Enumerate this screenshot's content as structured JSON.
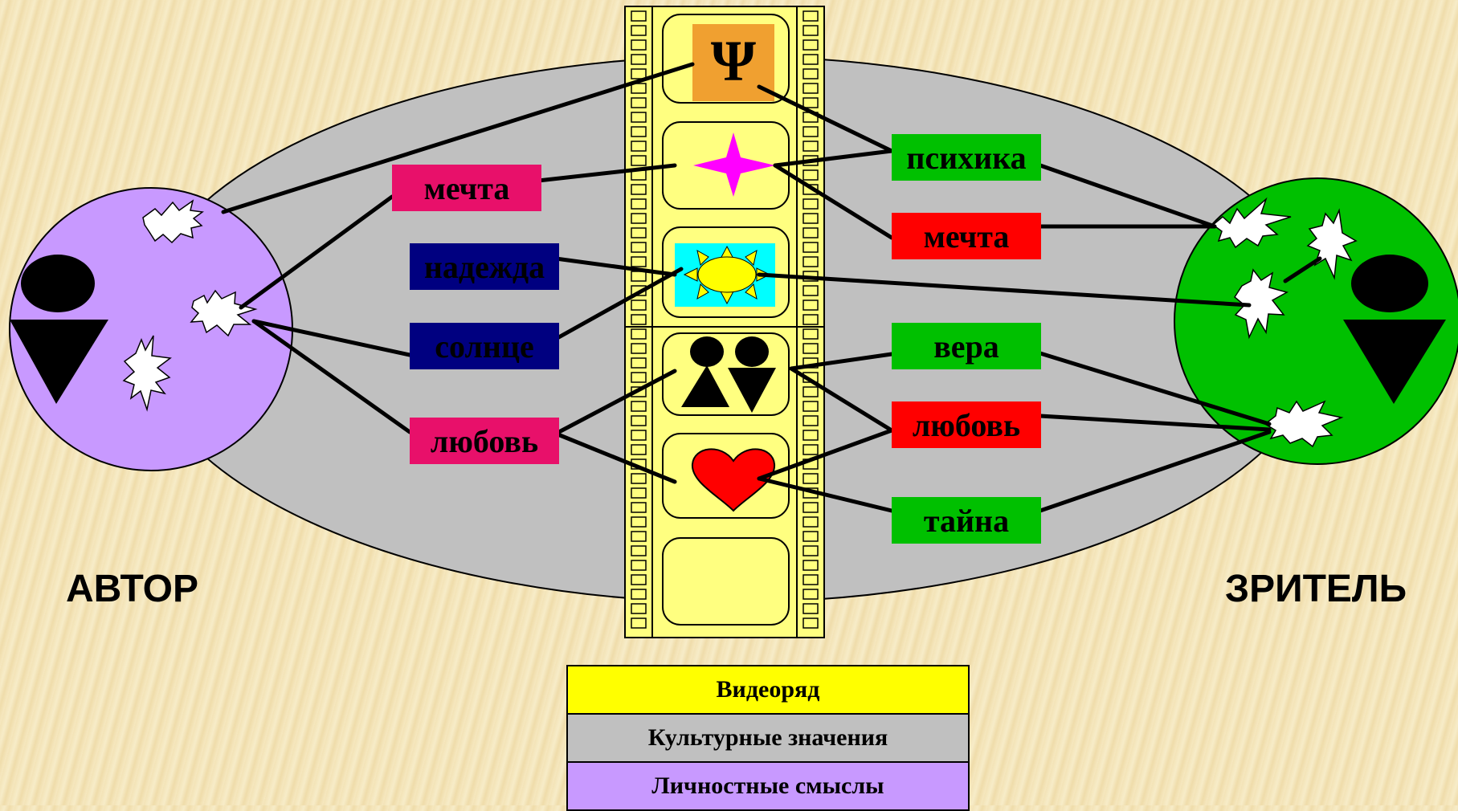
{
  "labels": {
    "author": "АВТОР",
    "viewer": "ЗРИТЕЛЬ"
  },
  "symbols": {
    "psi": "Ψ"
  },
  "author_tags": [
    {
      "text": "мечта",
      "bg": "#e8106a",
      "color": "#000000"
    },
    {
      "text": "надежда",
      "bg": "#000080",
      "color": "#000000"
    },
    {
      "text": "солнце",
      "bg": "#000080",
      "color": "#000000"
    },
    {
      "text": "любовь",
      "bg": "#e8106a",
      "color": "#000000"
    }
  ],
  "viewer_tags": [
    {
      "text": "психика",
      "bg": "#00c000",
      "color": "#000000"
    },
    {
      "text": "мечта",
      "bg": "#ff0000",
      "color": "#000000"
    },
    {
      "text": "вера",
      "bg": "#00c000",
      "color": "#000000"
    },
    {
      "text": "любовь",
      "bg": "#ff0000",
      "color": "#000000"
    },
    {
      "text": "тайна",
      "bg": "#00c000",
      "color": "#000000"
    }
  ],
  "legend": [
    {
      "text": "Видеоряд",
      "bg": "#ffff00"
    },
    {
      "text": "Культурные значения",
      "bg": "#c0c0c0"
    },
    {
      "text": "Личностные смыслы",
      "bg": "#c899ff"
    }
  ],
  "colors": {
    "ellipse": "#c0c0c0",
    "author_circle": "#c899ff",
    "viewer_circle": "#00c000",
    "film": "#ffff80",
    "psi_tile": "#f0a030",
    "sun_bg": "#00ffff",
    "sun": "#ffff00",
    "star": "#ff00ff",
    "heart": "#ff0000"
  }
}
